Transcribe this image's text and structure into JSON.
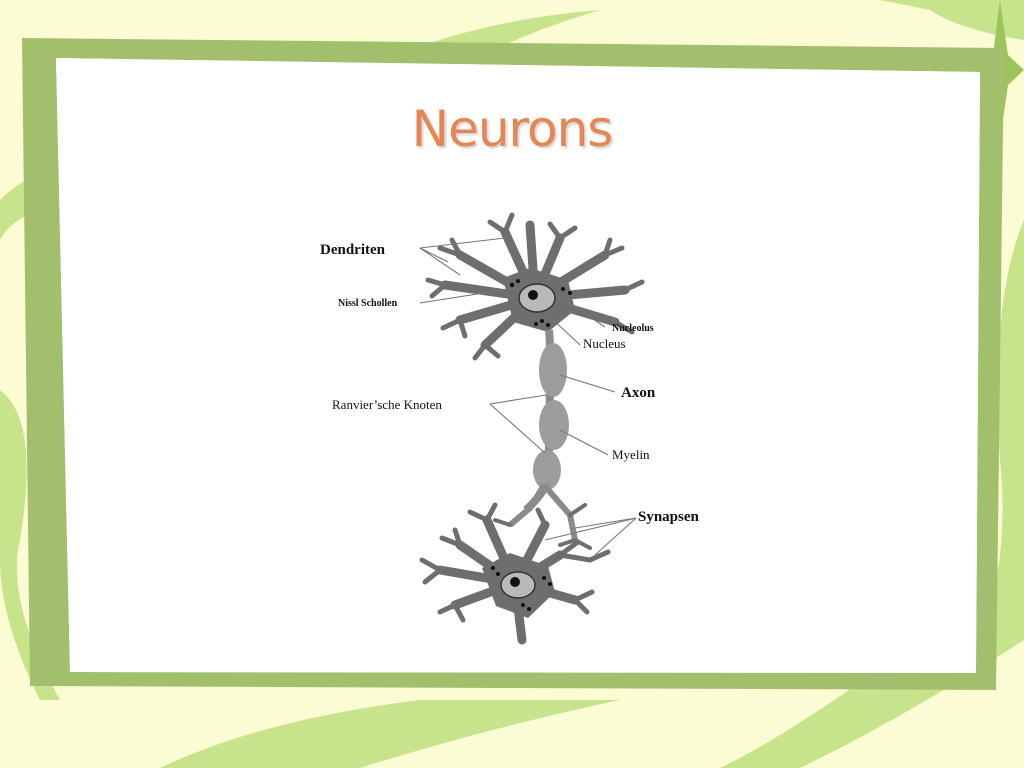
{
  "slide": {
    "title": "Neurons",
    "colors": {
      "background": "#fbfcd4",
      "frame_green": "#a2bf6e",
      "swoosh_green": "#c7e48c",
      "title": "#e58654",
      "neuron_body": "#6e6e6e",
      "myelin": "#9c9c9c"
    }
  },
  "diagram": {
    "labels": {
      "dendrites": "Dendriten",
      "nissl": "Nissl Schollen",
      "nucleolus": "Nucleolus",
      "nucleus": "Nucleus",
      "axon": "Axon",
      "ranvier": "Ranvier’sche Knoten",
      "myelin": "Myelin",
      "synapses": "Synapsen"
    }
  }
}
